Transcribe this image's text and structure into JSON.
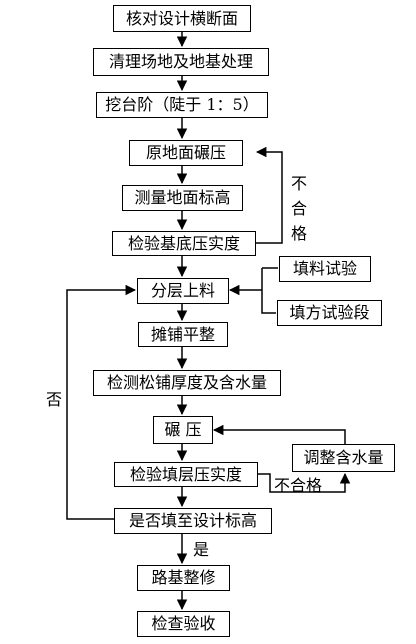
{
  "nodes": {
    "verify_section": "核对设计横断面",
    "clear_site": "清理场地及地基处理",
    "dig_steps": "挖台阶（陡于 1：5）",
    "compact_ground": "原地面碾压",
    "measure_elev": "测量地面标高",
    "check_base": "检验基底压实度",
    "layer_fill": "分层上料",
    "fill_test": "填料试验",
    "fill_section_test": "填方试验段",
    "spread_level": "摊铺平整",
    "check_loose": "检测松铺厚度及含水量",
    "compact": "碾  压",
    "adjust_water": "调整含水量",
    "check_layer": "检验填层压实度",
    "reach_design": "是否填至设计标高",
    "finish_road": "路基整修",
    "inspect": "检查验收"
  },
  "labels": {
    "fail_vertical": [
      "不",
      "合",
      "格"
    ],
    "fail_horizontal": "不合格",
    "no": "否",
    "yes": "是"
  }
}
